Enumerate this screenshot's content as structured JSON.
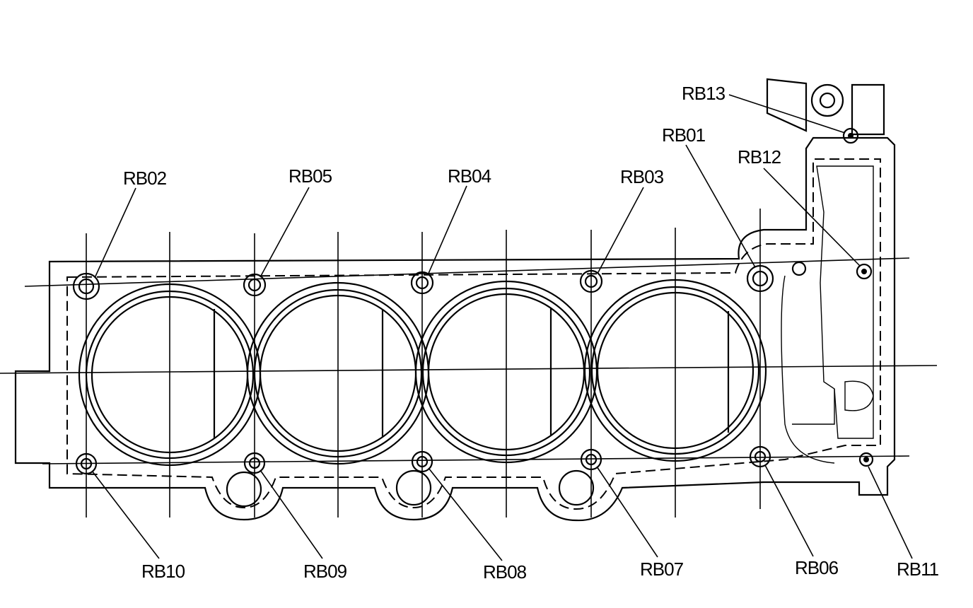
{
  "labels": {
    "rb01": "RB01",
    "rb02": "RB02",
    "rb03": "RB03",
    "rb04": "RB04",
    "rb05": "RB05",
    "rb06": "RB06",
    "rb07": "RB07",
    "rb08": "RB08",
    "rb09": "RB09",
    "rb10": "RB10",
    "rb11": "RB11",
    "rb12": "RB12",
    "rb13": "RB13"
  }
}
